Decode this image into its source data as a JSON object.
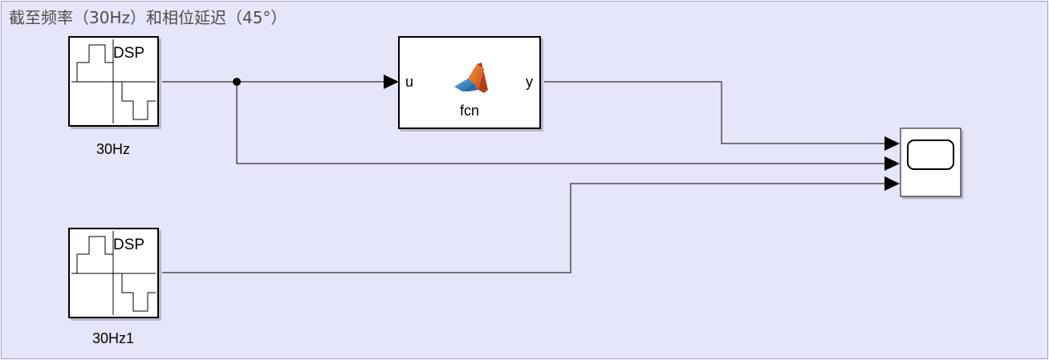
{
  "area": {
    "title": "截至频率（30Hz）和相位延迟（45°）",
    "background_color": "#e6e6fa",
    "border_color": "#9c9cb8"
  },
  "blocks": {
    "source_top": {
      "text": "DSP",
      "caption": "30Hz"
    },
    "source_bottom": {
      "text": "DSP",
      "caption": "30Hz1"
    },
    "matlab_fcn": {
      "input_port": "u",
      "output_port": "y",
      "label": "fcn",
      "icon": "matlab-logo-icon"
    },
    "scope": {
      "icon": "scope-display-icon"
    }
  },
  "colors": {
    "line": "#000000",
    "block_fill": "#ffffff",
    "matlab_orange": "#e16b24",
    "matlab_blue": "#2e7cbf"
  }
}
